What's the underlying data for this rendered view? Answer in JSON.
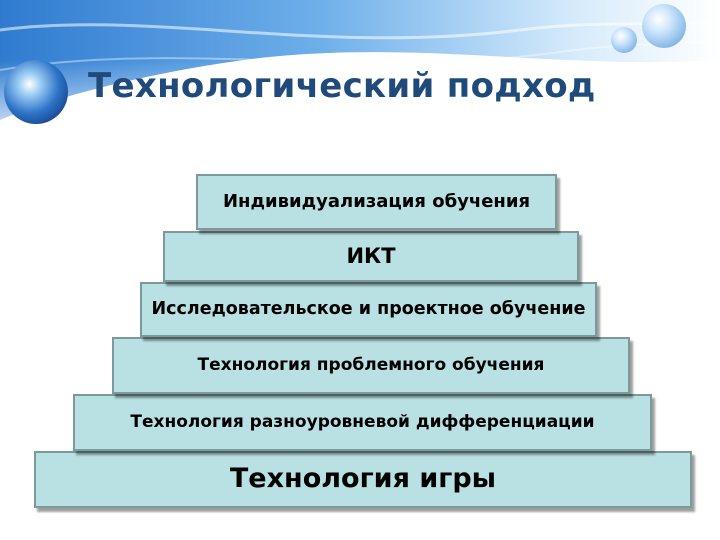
{
  "title": "Технологический подход",
  "pyramid": {
    "steps": [
      "Индивидуализация обучения",
      "ИКТ",
      "Исследовательское и проектное обучение",
      "Технология проблемного обучения",
      "Технология разноуровневой дифференциации",
      "Технология игры"
    ]
  },
  "colors": {
    "title": "#1f4a7a",
    "step_fill": "#b9e0e2",
    "step_border": "#7a9a9c",
    "header_blue": "#3a86d6"
  }
}
